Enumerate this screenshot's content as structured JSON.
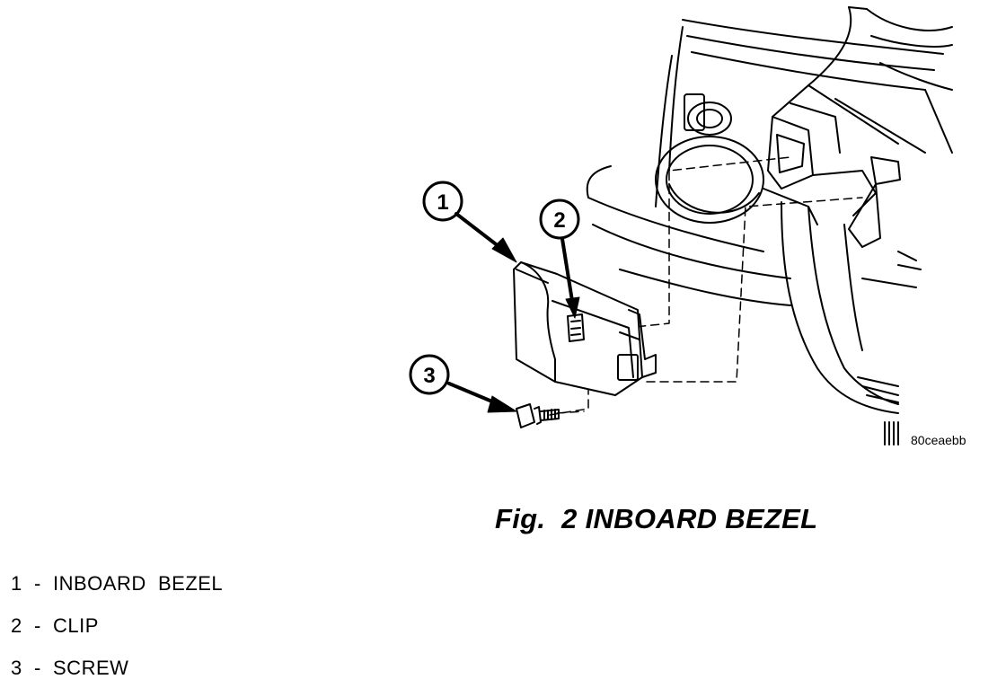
{
  "figure": {
    "caption": "Fig.  2 INBOARD BEZEL",
    "image_code": "80ceaebb",
    "callouts": [
      {
        "number": "1",
        "target": "inboard-bezel"
      },
      {
        "number": "2",
        "target": "clip"
      },
      {
        "number": "3",
        "target": "screw"
      }
    ]
  },
  "legend": {
    "items": [
      {
        "number": "1",
        "label": "1  -  INBOARD  BEZEL"
      },
      {
        "number": "2",
        "label": "2  -  CLIP"
      },
      {
        "number": "3",
        "label": "3  -  SCREW"
      }
    ]
  }
}
